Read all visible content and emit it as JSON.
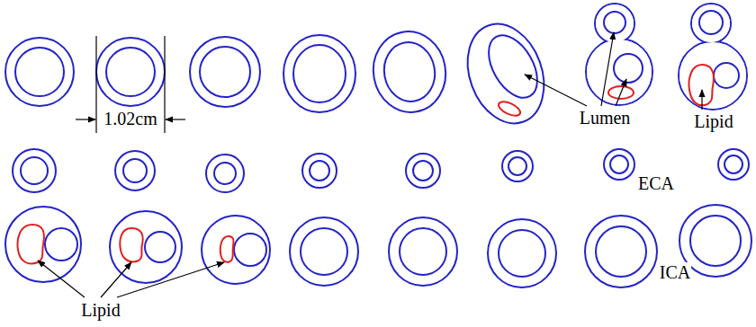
{
  "diagram": {
    "labels": [
      "1.02cm",
      "Lumen",
      "Lipid",
      "Lipid",
      "ECA",
      "ICA"
    ]
  }
}
